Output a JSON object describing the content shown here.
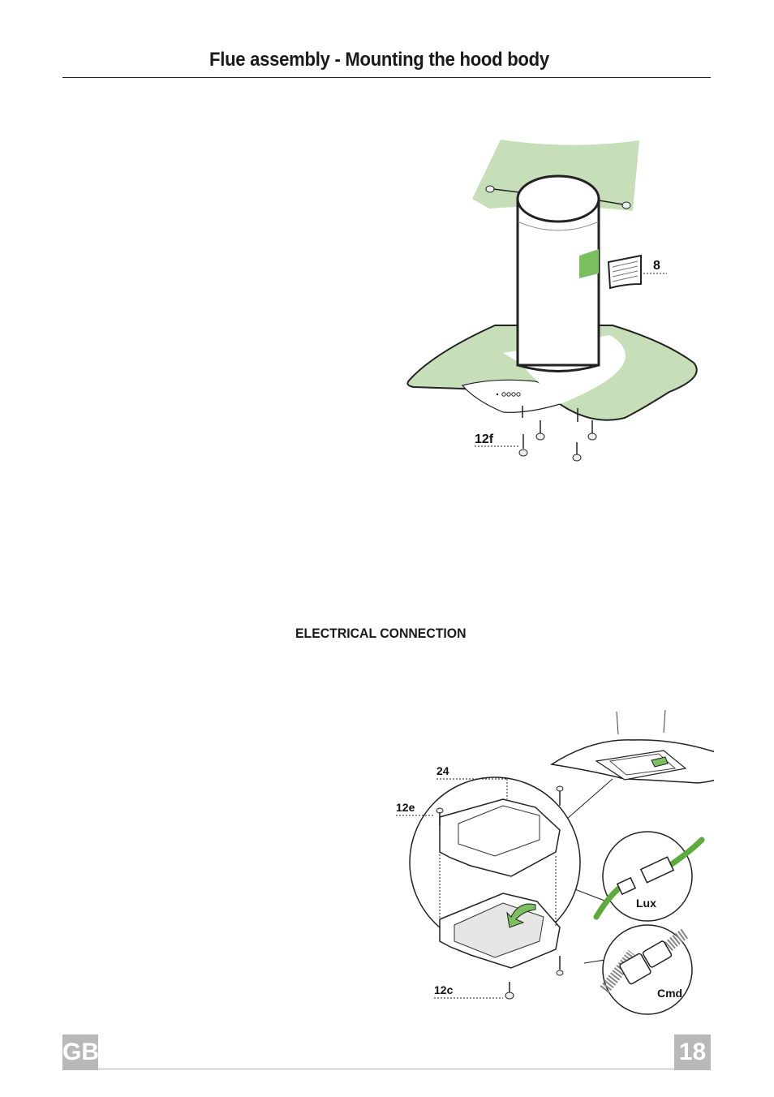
{
  "header": {
    "title": "Flue assembly - Mounting the hood body"
  },
  "section": {
    "heading": "ELECTRICAL CONNECTION"
  },
  "figure_top": {
    "labels": {
      "grille": "8",
      "screws": "12f"
    }
  },
  "figure_bottom": {
    "labels": {
      "cover": "24",
      "top_screws": "12e",
      "bottom_screws": "12c",
      "light_connector": "Lux",
      "command_connector": "Cmd"
    }
  },
  "footer": {
    "language": "GB",
    "page_number": "18"
  },
  "colors": {
    "accent_green": "#c6dfb8",
    "green_strong": "#7cbf60",
    "cable_green": "#5cab3c",
    "tab_gray": "#b8b8b8"
  }
}
